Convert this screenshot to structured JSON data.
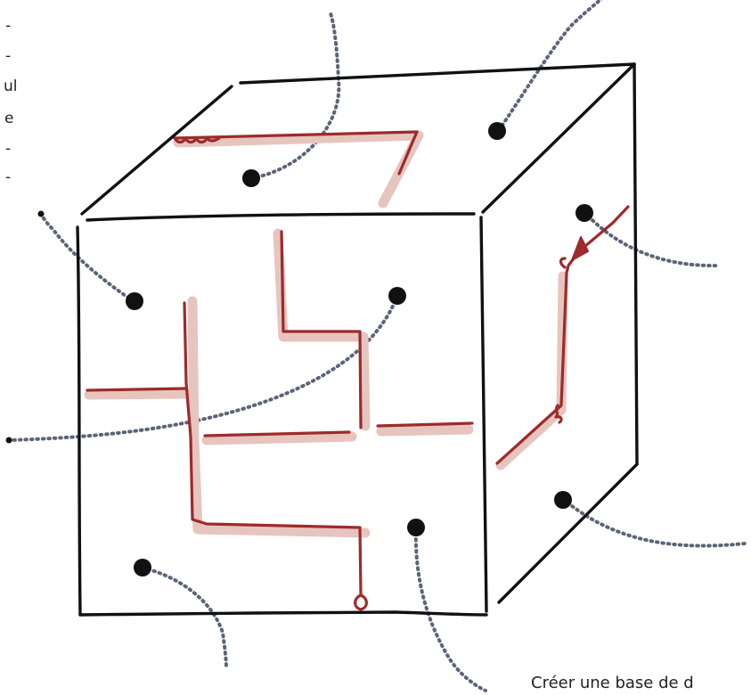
{
  "left_text_fragments": [
    "-",
    "-",
    "ul",
    "e",
    "-",
    "-"
  ],
  "caption": "Créer une base de d",
  "colors": {
    "outline": "#111111",
    "path": "#9e2a2b",
    "path_shadow": "#e7c5bf",
    "callout_line": "#5b6478",
    "marker": "#111111"
  },
  "icons": [
    "cube-outline",
    "maze-path",
    "marker-dot",
    "dotted-callout-line",
    "arrowhead"
  ]
}
